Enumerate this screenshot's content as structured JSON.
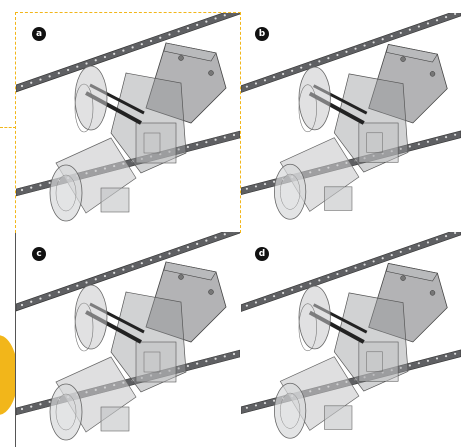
{
  "panels": [
    {
      "id": "a",
      "label": "a",
      "selected": true
    },
    {
      "id": "b",
      "label": "b",
      "selected": false
    },
    {
      "id": "c",
      "label": "c",
      "selected": false
    },
    {
      "id": "d",
      "label": "d",
      "selected": false
    }
  ],
  "colors": {
    "selection_border": "#f2b61a",
    "badge_bg": "#111111",
    "rail": "#5f6063",
    "housing": "#8a8b8e"
  },
  "icons": {
    "badge": "circle-letter-badge",
    "model": "motor-gearbox-assembly-render"
  }
}
